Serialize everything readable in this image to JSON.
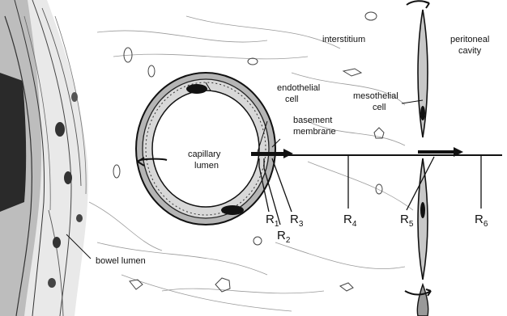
{
  "labels": {
    "interstitium": "interstitium",
    "peritoneal_line1": "peritoneal",
    "peritoneal_line2": "cavity",
    "endothelial_line1": "endothelial",
    "endothelial_line2": "cell",
    "mesothelial_line1": "mesothelial",
    "mesothelial_line2": "cell",
    "basement_line1": "basement",
    "basement_line2": "membrane",
    "capillary_line1": "capillary",
    "capillary_line2": "lumen",
    "bowel_lumen": "bowel lumen"
  },
  "resistances": [
    {
      "base": "R",
      "sub": "1"
    },
    {
      "base": "R",
      "sub": "2"
    },
    {
      "base": "R",
      "sub": "3"
    },
    {
      "base": "R",
      "sub": "4"
    },
    {
      "base": "R",
      "sub": "5"
    },
    {
      "base": "R",
      "sub": "6"
    }
  ],
  "colors": {
    "ink": "#111111",
    "paper": "#ffffff",
    "stroke_gray": "#6a6a6a"
  }
}
